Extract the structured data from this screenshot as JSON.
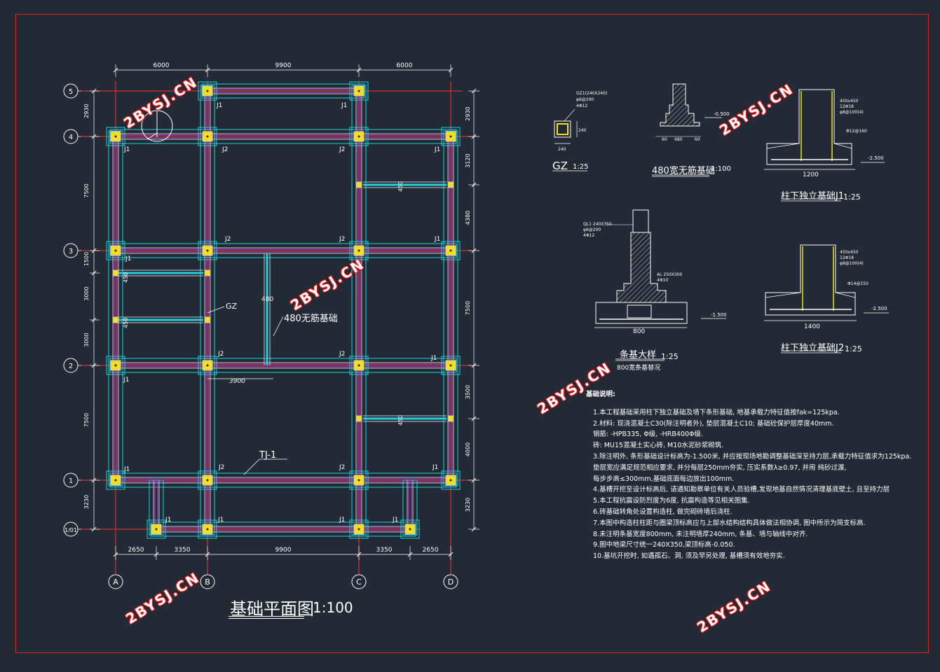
{
  "plan": {
    "title": "基础平面图",
    "scale": "1:100",
    "top_dims": [
      "6000",
      "9900",
      "6000"
    ],
    "bottom_dims": [
      "2650",
      "3350",
      "9900",
      "3350",
      "2650"
    ],
    "left_dims": [
      "2930",
      "7500",
      "1500",
      "3000",
      "3000",
      "7500",
      "3230"
    ],
    "right_dims": [
      "2930",
      "3120",
      "4380",
      "7500",
      "3500",
      "4000",
      "3230"
    ],
    "grid_rows": [
      "5",
      "4",
      "3",
      "2",
      "1",
      "1/01"
    ],
    "grid_cols": [
      "A",
      "B",
      "C",
      "D"
    ],
    "labels": {
      "j1": "J1",
      "j2": "J2",
      "gz": "GZ",
      "tj": "TJ-1",
      "wujin": "480无筋基础",
      "dim3900": "3900",
      "dim480": "480",
      "dim450": "450"
    }
  },
  "details": {
    "gz_title": "GZ",
    "gz_scale": "1:25",
    "gz_note1": "GZ1(240X240)",
    "gz_note2": "φ6@200",
    "gz_note3": "4Φ12",
    "gz_dim_w": "240",
    "gz_dim_h": "240",
    "wujin_title": "480宽无筋基础",
    "wujin_scale": "1:100",
    "wujin_elev": "-0.500",
    "wujin_d1": "480",
    "wujin_d2": "60",
    "wujin_d3": "60",
    "j1_title": "柱下独立基础J1",
    "j1_scale": "1:25",
    "j1_width": "1200",
    "j1_elev": "-2.500",
    "j1_n1": "450x450",
    "j1_n2": "12Φ18",
    "j1_n3": "φ8@100(4)",
    "j1_n4": "Φ12@160",
    "j2_title": "柱下独立基础J2",
    "j2_scale": "1:25",
    "j2_width": "1400",
    "j2_elev": "-2.500",
    "j2_n1": "450x450",
    "j2_n2": "12Φ18",
    "j2_n3": "φ8@100(4)",
    "j2_n4": "Φ14@150",
    "tiao_title": "条基大样",
    "tiao_scale": "1:25",
    "tiao_sub": "800宽条基替况",
    "tiao_width": "800",
    "tiao_elev": "-1.500",
    "tiao_n1": "QL1 240X350",
    "tiao_n2": "φ6@200",
    "tiao_n3": "4Φ12",
    "tiao_n4": "AL 250X300",
    "tiao_n5": "4Φ10"
  },
  "notes": {
    "heading": "基础说明:",
    "lines": [
      "1.本工程基础采用柱下独立基础及墙下条形基础, 地基承载力特征值按fak=125kpa.",
      "2.材料: 现浇混凝土C30(除注明者外), 垫层混凝土C10; 基础砼保护层厚度40mm.",
      "  钢筋: -HPB335, Φ级, -HRB400Φ级.",
      "  砖: MU15混凝土实心砖, M10水泥砂浆砌筑.",
      "3.除注明外, 条形基础设计标高为-1.500米, 并应按现场地勘调整基础深至持力层,承载力特征值求为125kpa.",
      "  垫层宽应满足规范相应要求, 并分每层250mm夯实, 压实系数λ≥0.97, 并用 纯砂过渡,",
      "  每步步高≤300mm,基础底面每边放出100mm.",
      "4.基槽开挖至设计标高后, 请通知勘察单位有关人员验槽,发现地基自然情况清理基底壁土, 且至持力层",
      "5.本工程抗震设防烈度为6度, 抗震构造等见相关图集.",
      "6.砖基础转角处设置构造柱, 做完砌砖墙后浇柱.",
      "7.本图中构造柱柱距与圈梁顶标高应与上部水结构结构具体做法相协调, 图中所示为简支标高.",
      "8.未注明条基宽度800mm, 未注明墙厚240mm, 条基、墙与轴线中对齐.",
      "9.图中地梁尺寸统一240X350,梁顶标高-0.050.",
      "10.基坑开挖时, 如遇孤石、洞, 须及早另处理, 基槽须有效地夯实."
    ]
  },
  "watermark": "2BYSJ.CN",
  "colors": {
    "background": "#222a35",
    "frame": "#e02020",
    "axis": "#ff3030",
    "beam": "#c040e0",
    "wall": "#c8c8c8",
    "footing": "#20d0e0",
    "column": "#f0e020",
    "text": "#ffffff"
  }
}
